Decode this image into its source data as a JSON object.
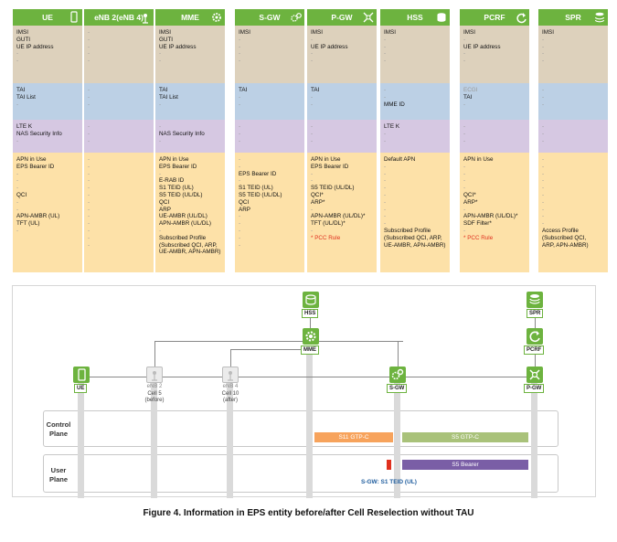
{
  "columns": [
    {
      "name": "UE",
      "icon": "phone-icon",
      "s1": [
        "IMSI",
        "GUTI",
        "UE IP address",
        "-",
        "-"
      ],
      "s2": [
        "TAI",
        "TAI List",
        "-"
      ],
      "s3": [
        "LTE K",
        "NAS Security Info",
        "-"
      ],
      "s4": [
        "APN in Use",
        "EPS Bearer ID",
        "-",
        "-",
        "-",
        "QCI",
        "-",
        "-",
        "APN-AMBR (UL)",
        "TFT (UL)",
        "-"
      ]
    },
    {
      "name": "eNB 2(eNB 4)",
      "icon": "antenna-icon",
      "s1": [
        "-",
        "-",
        "-",
        "-",
        "-"
      ],
      "s2": [
        "-",
        "-",
        "-"
      ],
      "s3": [
        "-",
        "-",
        "-"
      ],
      "s4": [
        "-",
        "-",
        "-",
        "-",
        "-",
        "-",
        "-",
        "-",
        "-",
        "-",
        "-",
        "-",
        "-"
      ]
    },
    {
      "name": "MME",
      "icon": "gear-icon",
      "s1": [
        "IMSI",
        "GUTI",
        "UE IP address",
        "-",
        "-"
      ],
      "s2": [
        "TAI",
        "TAI List",
        "-"
      ],
      "s3": [
        "-",
        "NAS Security Info",
        "-"
      ],
      "s4": [
        "APN in Use",
        "EPS Bearer ID",
        "-",
        "E-RAB ID",
        "S1 TEID (UL)",
        "S5 TEID (UL/DL)",
        "QCI",
        "ARP",
        "UE-AMBR (UL/DL)",
        "APN-AMBR (UL/DL)",
        "-",
        "Subscribed Profile",
        "(Subscribed QCI, ARP,",
        "UE-AMBR, APN-AMBR)"
      ]
    },
    {
      "name": "S-GW",
      "icon": "gears-icon",
      "s1": [
        "IMSI",
        "-",
        "-",
        "-",
        "-"
      ],
      "s2": [
        "TAI",
        "-",
        "-"
      ],
      "s3": [
        "-",
        "-",
        "-"
      ],
      "s4": [
        "-",
        "-",
        "EPS Bearer ID",
        "-",
        "S1 TEID (UL)",
        "S5 TEID (UL/DL)",
        "QCI",
        "ARP",
        "-",
        "-",
        "-",
        "-",
        "-"
      ]
    },
    {
      "name": "P-GW",
      "icon": "router-icon",
      "s1": [
        "IMSI",
        "-",
        "UE IP address",
        "-",
        "-"
      ],
      "s2": [
        "TAI",
        "-",
        "-"
      ],
      "s3": [
        "-",
        "-",
        "-"
      ],
      "s4": [
        "APN in Use",
        "EPS Bearer ID",
        "-",
        "-",
        "S5 TEID (UL/DL)",
        "QCI*",
        "ARP*",
        "-",
        "APN-AMBR (UL/DL)*",
        "TFT (UL/DL)*",
        "-",
        "* PCC Rule"
      ]
    },
    {
      "name": "HSS",
      "icon": "database-icon",
      "s1": [
        "IMSI",
        "-",
        "-",
        "-",
        "-"
      ],
      "s2": [
        "-",
        "-",
        "MME ID"
      ],
      "s3": [
        "LTE K",
        "-",
        "-"
      ],
      "s4": [
        "Default APN",
        "-",
        "-",
        "-",
        "-",
        "-",
        "-",
        "-",
        "-",
        "-",
        "Subscribed Profile",
        "(Subscribed QCI, ARP,",
        "UE-AMBR, APN-AMBR)"
      ]
    },
    {
      "name": "PCRF",
      "icon": "refresh-icon",
      "s1": [
        "IMSI",
        "-",
        "UE IP address",
        "-",
        "-"
      ],
      "s2": [
        "ECGI",
        "TAI",
        "-"
      ],
      "s3": [
        "-",
        "-",
        "-"
      ],
      "s4": [
        "APN in Use",
        "-",
        "-",
        "-",
        "-",
        "QCI*",
        "ARP*",
        "-",
        "APN-AMBR (UL/DL)*",
        "SDF Filter*",
        "-",
        "* PCC Rule"
      ]
    },
    {
      "name": "SPR",
      "icon": "storage-icon",
      "s1": [
        "IMSI",
        "-",
        "-",
        "-",
        "-"
      ],
      "s2": [
        "-",
        "-",
        "-"
      ],
      "s3": [
        "-",
        "-",
        "-"
      ],
      "s4": [
        "-",
        "-",
        "-",
        "-",
        "-",
        "-",
        "-",
        "-",
        "-",
        "-",
        "Access Profile",
        "(Subscribed QCI,",
        "ARP, APN-AMBR)"
      ]
    }
  ],
  "nodes": {
    "ue": "UE",
    "enb2": "eNB 2",
    "enb2_sub": "Cell 5\n(before)",
    "enb4": "eNB 4",
    "enb4_sub": "Cell 10\n(after)",
    "mme": "MME",
    "sgw": "S-GW",
    "pgw": "P-GW",
    "hss": "HSS",
    "spr": "SPR",
    "pcrf": "PCRF"
  },
  "planes": {
    "control": "Control\nPlane",
    "user": "User\nPlane"
  },
  "bars": {
    "s11": "S11 GTP-C",
    "s5c": "S5 GTP-C",
    "s5b": "S5 Bearer",
    "s1teid": "S-GW: S1 TEID (UL)"
  },
  "colors": {
    "green": "#6db33f",
    "s11": "#f7a35c",
    "s5c": "#a9c27a",
    "s5b": "#7a5ea6",
    "red": "#e0301e"
  },
  "caption": "Figure 4. Information in EPS entity before/after Cell Reselection without TAU"
}
